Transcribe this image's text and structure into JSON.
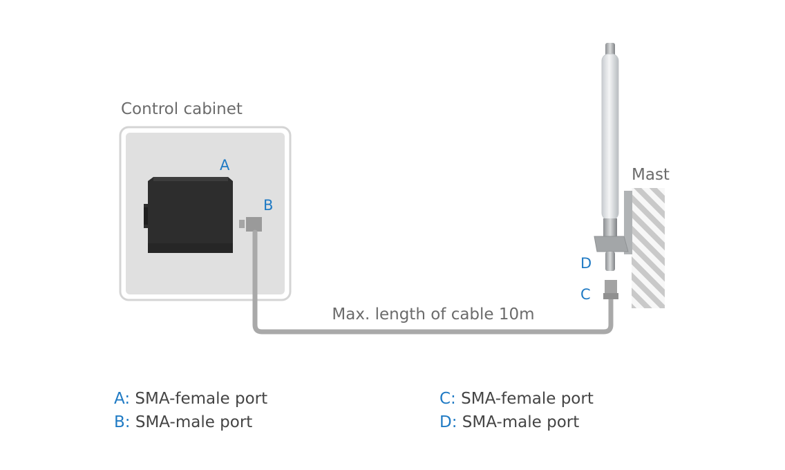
{
  "diagram": {
    "cabinet_title": "Control cabinet",
    "mast_title": "Mast",
    "cable_label": "Max. length of cable 10m",
    "point_labels": {
      "a": "A",
      "b": "B",
      "c": "C",
      "d": "D"
    }
  },
  "legend": {
    "left": [
      {
        "key": "A:",
        "text": "SMA-female port"
      },
      {
        "key": "B:",
        "text": "SMA-male port"
      }
    ],
    "right": [
      {
        "key": "C:",
        "text": "SMA-female port"
      },
      {
        "key": "D:",
        "text": "SMA-male port"
      }
    ]
  },
  "colors": {
    "accent_blue": "#1f7ac4",
    "label_gray": "#6b6b6b",
    "cabinet_fill": "#e0e0e0",
    "device_fill": "#2d2d2d",
    "cable": "#a9a9a9"
  }
}
